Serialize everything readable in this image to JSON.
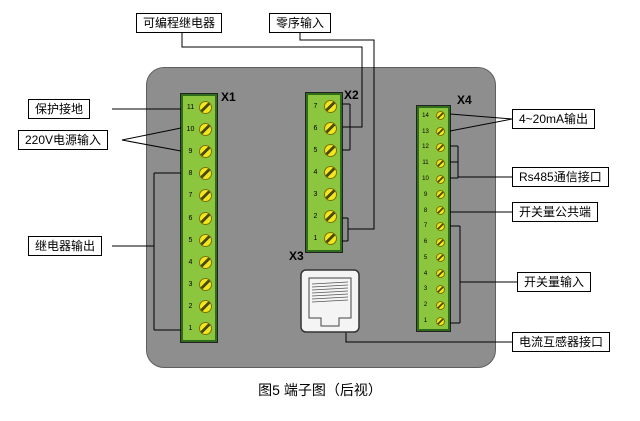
{
  "figure": {
    "caption": "图5  端子图（后视）"
  },
  "device": {
    "blocks": {
      "x1": {
        "label": "X1",
        "terminals": [
          "11",
          "10",
          "9",
          "8",
          "7",
          "6",
          "5",
          "4",
          "3",
          "2",
          "1"
        ]
      },
      "x2": {
        "label": "X2",
        "terminals": [
          "7",
          "6",
          "5",
          "4",
          "3",
          "2",
          "1"
        ]
      },
      "x3": {
        "label": "X3"
      },
      "x4": {
        "label": "X4",
        "terminals": [
          "14",
          "13",
          "12",
          "11",
          "10",
          "9",
          "8",
          "7",
          "6",
          "5",
          "4",
          "3",
          "2",
          "1"
        ]
      }
    }
  },
  "callouts": {
    "protective_earth": {
      "label": "保护接地"
    },
    "power_input": {
      "label": "220V电源输入"
    },
    "relay_output": {
      "label": "继电器输出"
    },
    "programmable_relay": {
      "label": "可编程继电器"
    },
    "zero_sequence_input": {
      "label": "零序输入"
    },
    "analog_output": {
      "label": "4~20mA输出"
    },
    "rs485_port": {
      "label": "Rs485通信接口"
    },
    "switch_common": {
      "label": "开关量公共端"
    },
    "switch_input": {
      "label": "开关量输入"
    },
    "ct_port": {
      "label": "电流互感器接口"
    }
  },
  "colors": {
    "device_body": "#8e8e8e",
    "terminal_block": "#8cc63f",
    "terminal_block_border": "#2f6d1d",
    "screw": "#f2e71f",
    "leader_line": "#000000",
    "callout_border": "#000000"
  }
}
